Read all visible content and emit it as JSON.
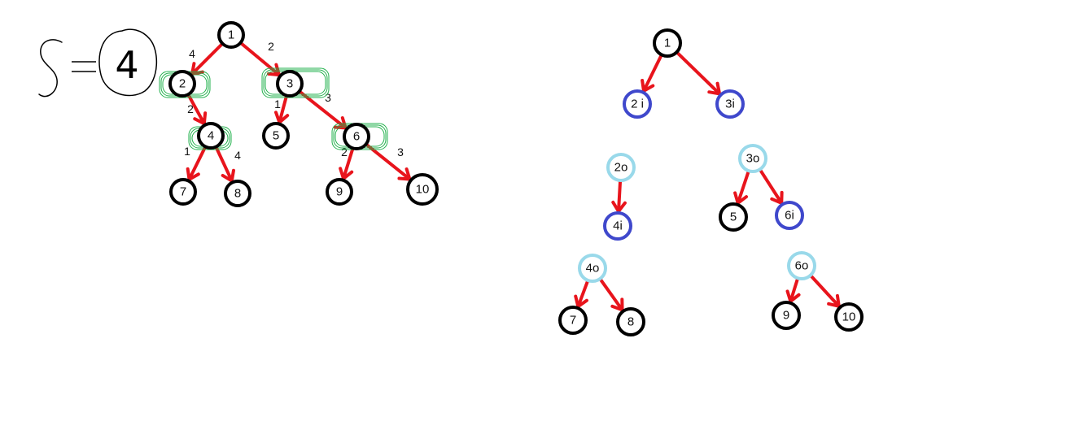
{
  "colors": {
    "background": "#ffffff",
    "edge": "#e8141c",
    "node_default": "#000000",
    "node_in": "#3f48cc",
    "node_out": "#99d9ea",
    "highlight": "#22b14c",
    "ink": "#000000"
  },
  "annotation": {
    "symbol": "S",
    "equals": "=",
    "value": "4"
  },
  "left_tree": {
    "nodes": [
      {
        "id": "1",
        "label": "1"
      },
      {
        "id": "2",
        "label": "2",
        "highlighted": true
      },
      {
        "id": "3",
        "label": "3",
        "highlighted": true
      },
      {
        "id": "4",
        "label": "4",
        "highlighted": true
      },
      {
        "id": "5",
        "label": "5"
      },
      {
        "id": "6",
        "label": "6",
        "highlighted": true
      },
      {
        "id": "7",
        "label": "7"
      },
      {
        "id": "8",
        "label": "8"
      },
      {
        "id": "9",
        "label": "9"
      },
      {
        "id": "10",
        "label": "10"
      }
    ],
    "edges": [
      {
        "from": "1",
        "to": "2",
        "weight": "4"
      },
      {
        "from": "1",
        "to": "3",
        "weight": "2"
      },
      {
        "from": "2",
        "to": "4",
        "weight": "2"
      },
      {
        "from": "3",
        "to": "5",
        "weight": "1"
      },
      {
        "from": "3",
        "to": "6",
        "weight": "3"
      },
      {
        "from": "4",
        "to": "7",
        "weight": "1"
      },
      {
        "from": "4",
        "to": "8",
        "weight": "4"
      },
      {
        "from": "6",
        "to": "9",
        "weight": "2"
      },
      {
        "from": "6",
        "to": "10",
        "weight": "3"
      }
    ]
  },
  "right_tree": {
    "nodes": [
      {
        "id": "r1",
        "label": "1",
        "kind": "default"
      },
      {
        "id": "r2i",
        "label": "2 i",
        "kind": "in"
      },
      {
        "id": "r3i",
        "label": "3i",
        "kind": "in"
      },
      {
        "id": "r2o",
        "label": "2o",
        "kind": "out"
      },
      {
        "id": "r3o",
        "label": "3o",
        "kind": "out"
      },
      {
        "id": "r4i",
        "label": "4i",
        "kind": "in"
      },
      {
        "id": "r5",
        "label": "5",
        "kind": "default"
      },
      {
        "id": "r6i",
        "label": "6i",
        "kind": "in"
      },
      {
        "id": "r4o",
        "label": "4o",
        "kind": "out"
      },
      {
        "id": "r6o",
        "label": "6o",
        "kind": "out"
      },
      {
        "id": "r7",
        "label": "7",
        "kind": "default"
      },
      {
        "id": "r8",
        "label": "8",
        "kind": "default"
      },
      {
        "id": "r9",
        "label": "9",
        "kind": "default"
      },
      {
        "id": "r10",
        "label": "10",
        "kind": "default"
      }
    ],
    "edges": [
      {
        "from": "r1",
        "to": "r2i"
      },
      {
        "from": "r1",
        "to": "r3i"
      },
      {
        "from": "r2o",
        "to": "r4i"
      },
      {
        "from": "r3o",
        "to": "r5"
      },
      {
        "from": "r3o",
        "to": "r6i"
      },
      {
        "from": "r4o",
        "to": "r7"
      },
      {
        "from": "r4o",
        "to": "r8"
      },
      {
        "from": "r6o",
        "to": "r9"
      },
      {
        "from": "r6o",
        "to": "r10"
      }
    ]
  }
}
